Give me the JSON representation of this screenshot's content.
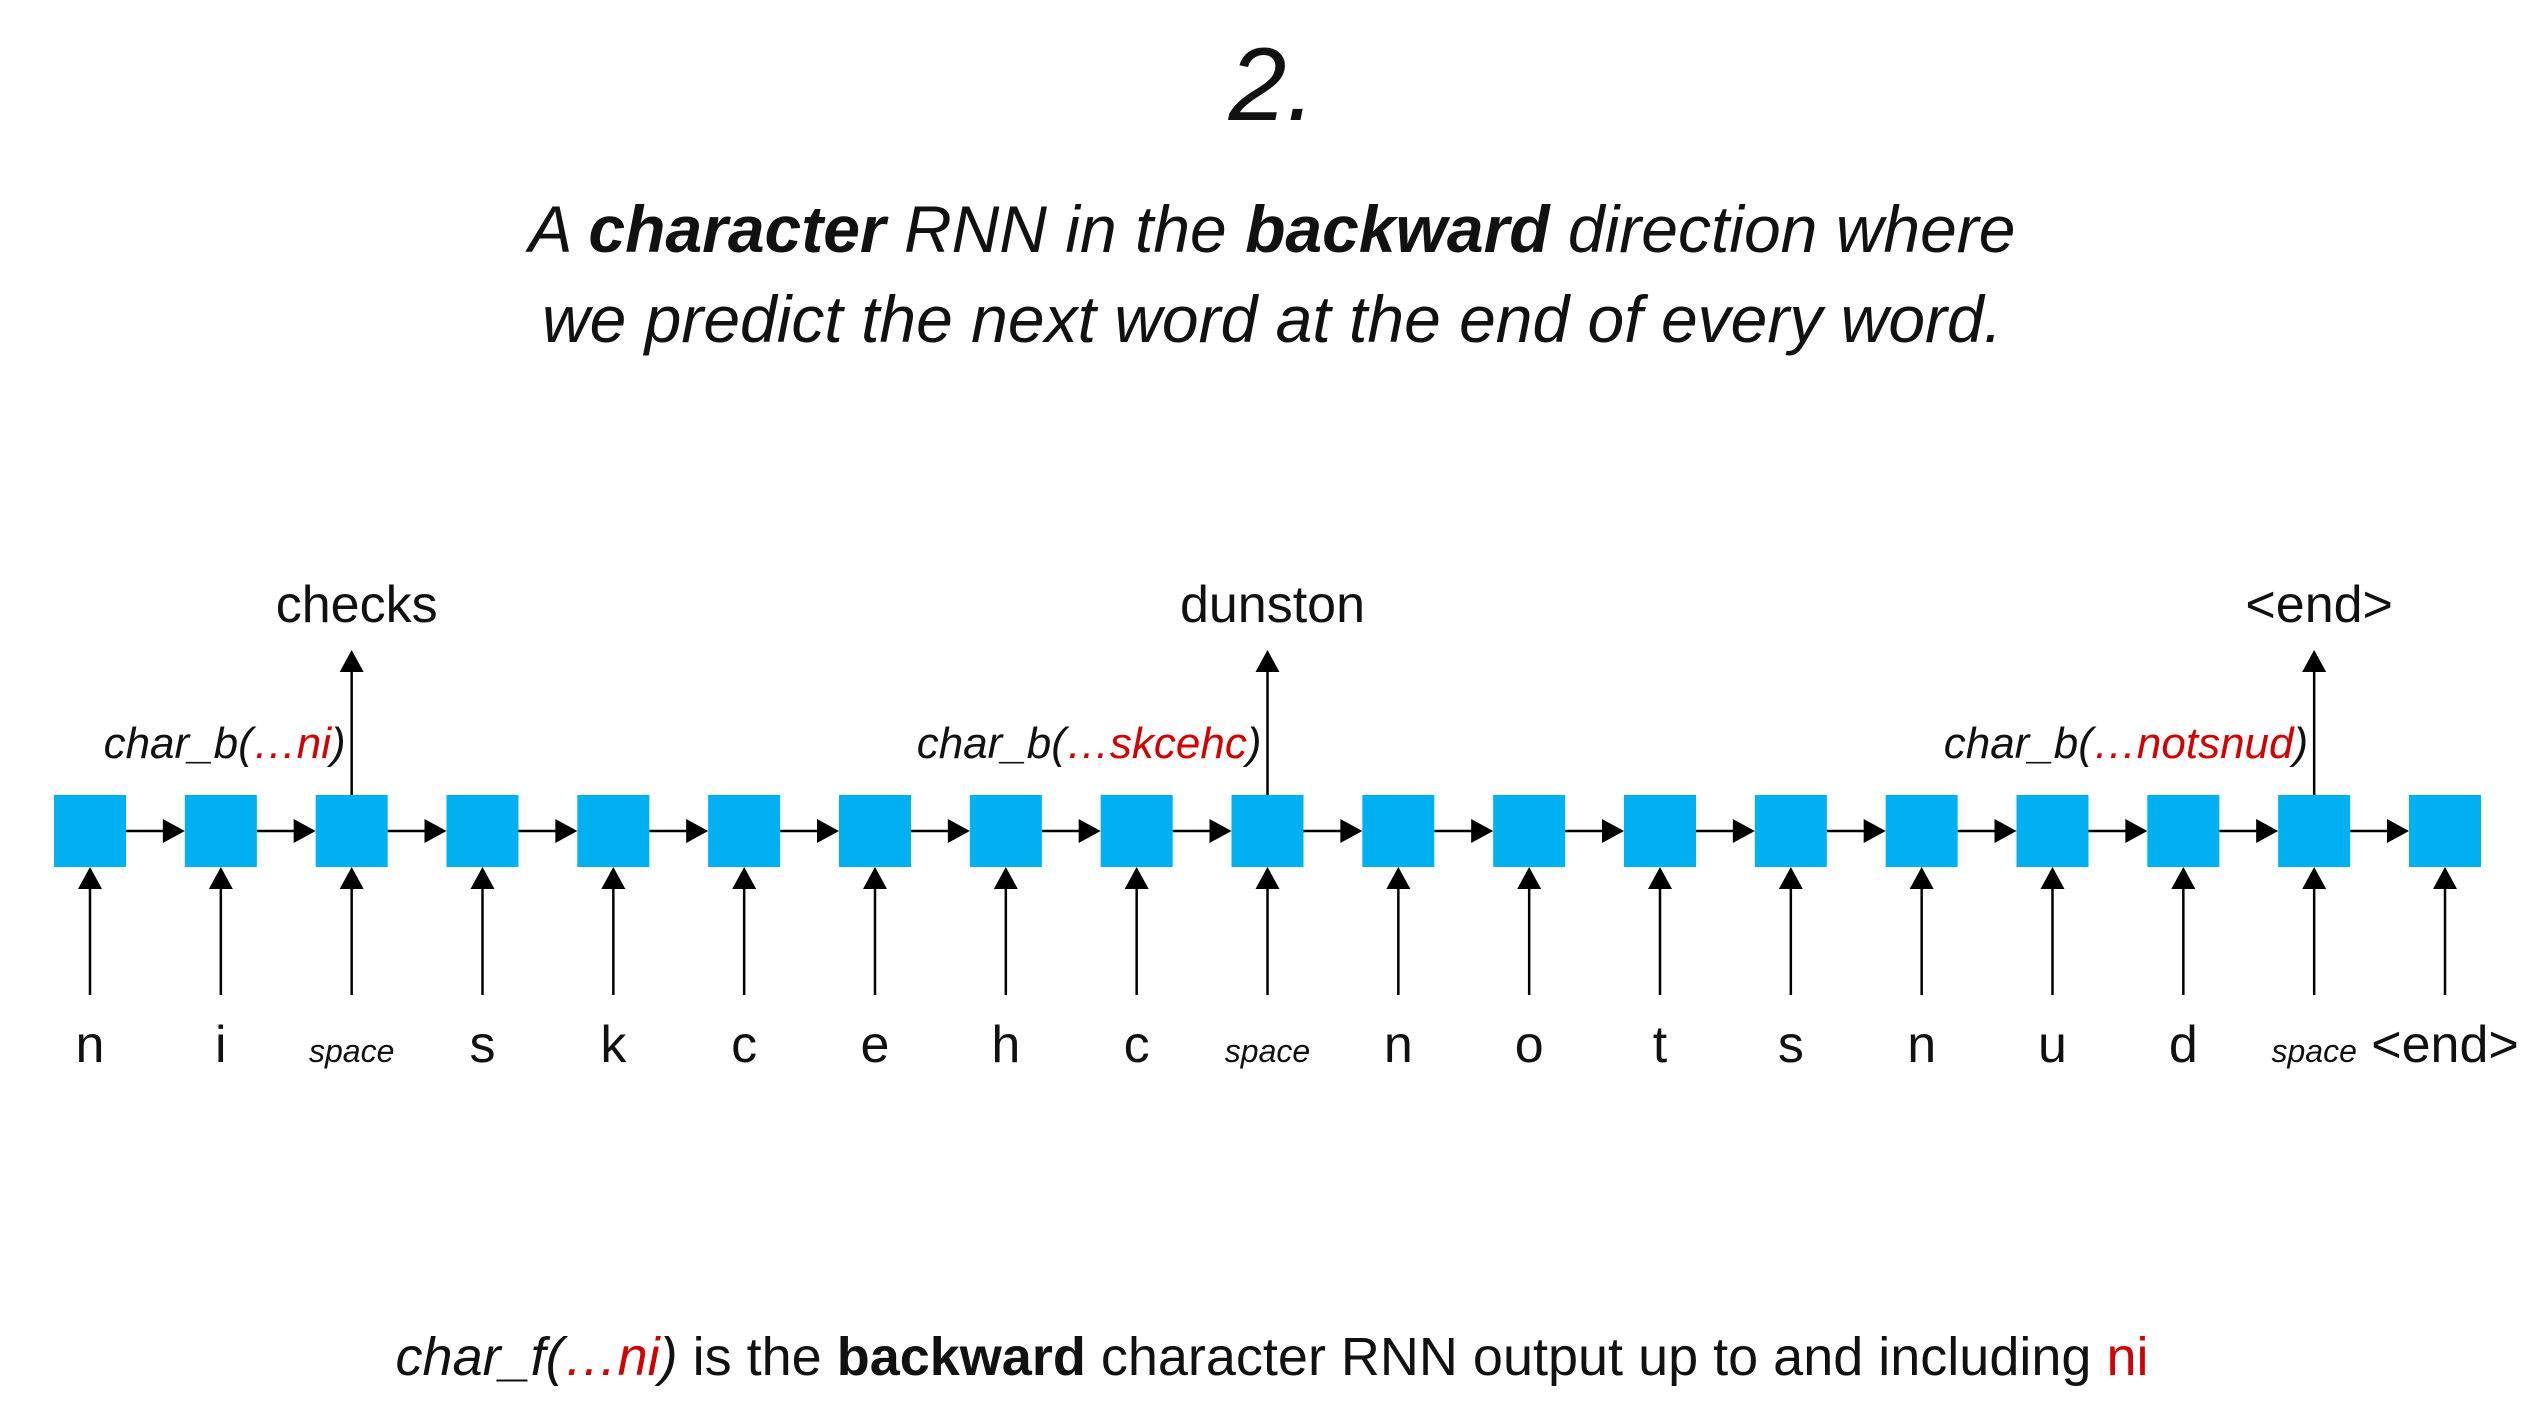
{
  "header": {
    "step_number": "2.",
    "line1": {
      "pre": "A ",
      "bold1": "character",
      "mid": " RNN in the ",
      "bold2": "backward",
      "post": " direction where"
    },
    "line2": "we predict the next word at the end of every word."
  },
  "diagram": {
    "cell_color": "#00b0f0",
    "highlight_color": "#d10000",
    "inputs": [
      "n",
      "i",
      "space",
      "s",
      "k",
      "c",
      "e",
      "h",
      "c",
      "space",
      "n",
      "o",
      "t",
      "s",
      "n",
      "u",
      "d",
      "space",
      "<end>"
    ],
    "outputs": [
      {
        "cell_index": 2,
        "word": "checks",
        "label_prefix": "char_b(",
        "label_highlight": "…ni",
        "label_suffix": ")"
      },
      {
        "cell_index": 9,
        "word": "dunston",
        "label_prefix": "char_b(",
        "label_highlight": "…skcehc",
        "label_suffix": ")"
      },
      {
        "cell_index": 17,
        "word": "<end>",
        "label_prefix": "char_b(",
        "label_highlight": "…notsnud",
        "label_suffix": ")"
      }
    ]
  },
  "footnote": {
    "italic_prefix": "char_f(",
    "italic_highlight": "…ni",
    "italic_suffix": ")",
    "text1": " is the ",
    "bold": "backward",
    "text2": " character RNN output up to and including ",
    "highlight": "ni"
  }
}
